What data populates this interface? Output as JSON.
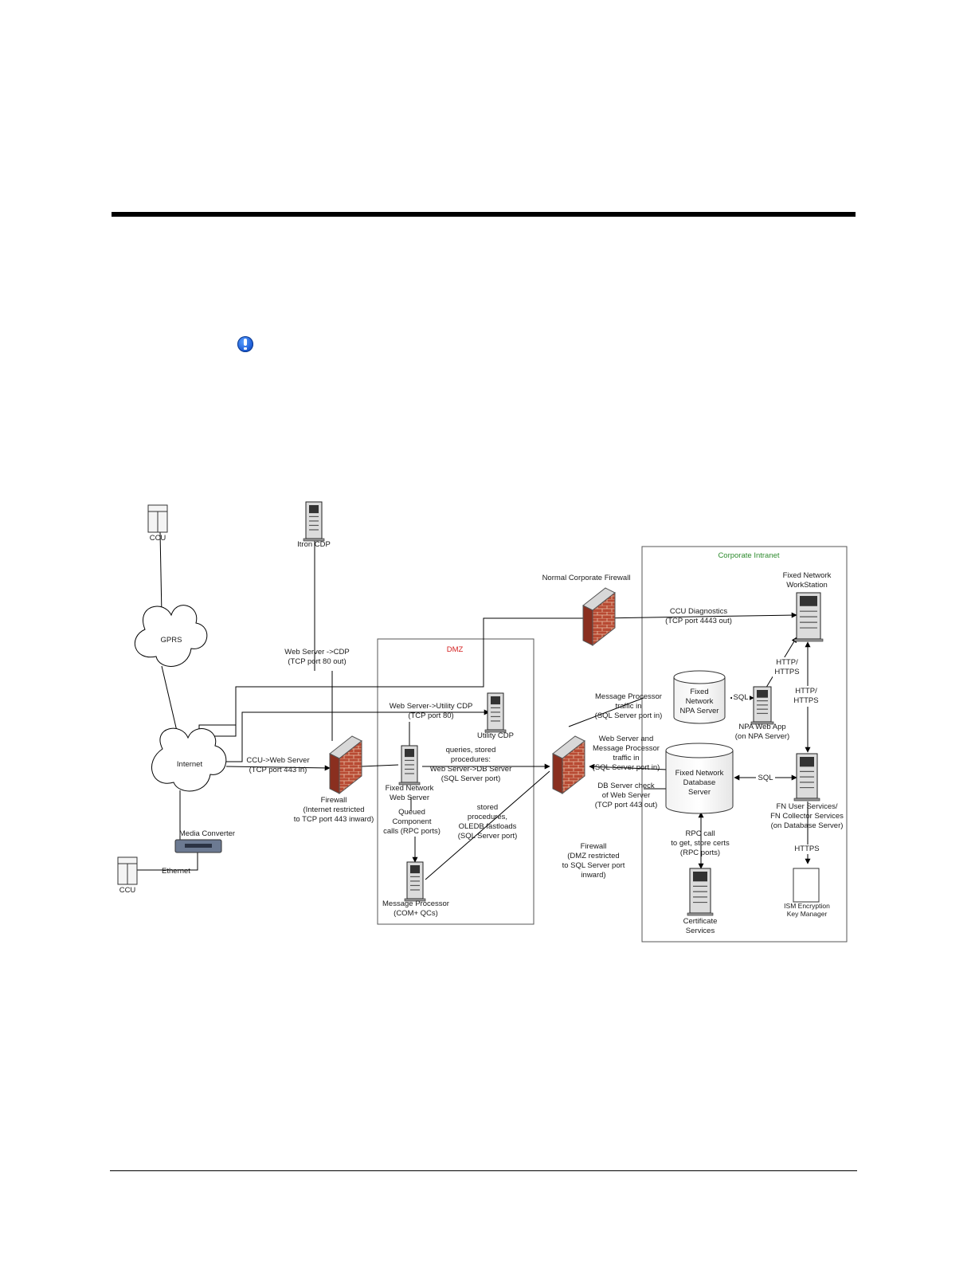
{
  "zones": {
    "corporate": "Corporate Intranet",
    "dmz": "DMZ"
  },
  "colors": {
    "corporate_title": "#2e8b2e",
    "dmz_title": "#d42020",
    "brick": "#b84a33",
    "link_icon": "#1f5fd8"
  },
  "nodes": {
    "ccu_top": "CCU",
    "itron_cdp": "Itron CDP",
    "gprs": "GPRS",
    "internet": "Internet",
    "media_converter": "Media Converter",
    "ethernet": "Ethernet",
    "ccu_bottom": "CCU",
    "utility_cdp": "Utility CDP",
    "fn_web_server": [
      "Fixed Network",
      "Web Server"
    ],
    "msg_processor": [
      "Message Processor",
      "(COM+ QCs)"
    ],
    "fn_npa_server": [
      "Fixed",
      "Network",
      "NPA Server"
    ],
    "npa_web_app": [
      "NPA Web App",
      "(on NPA Server)"
    ],
    "fn_workstation": [
      "Fixed Network",
      "WorkStation"
    ],
    "fn_db_server": [
      "Fixed Network",
      "Database",
      "Server"
    ],
    "fn_user_services": [
      "FN User Services/",
      "FN Collector Services",
      "(on Database Server)"
    ],
    "cert_services": [
      "Certificate",
      "Services"
    ],
    "ism": [
      "ISM Encryption",
      "Key Manager"
    ]
  },
  "firewalls": {
    "normal": "Normal Corporate Firewall",
    "internet": [
      "Firewall",
      "(Internet restricted",
      "to TCP port 443 inward)"
    ],
    "dmz": [
      "Firewall",
      "(DMZ restricted",
      "to SQL Server port",
      "inward)"
    ]
  },
  "labels": {
    "web_cdp": [
      "Web Server ->CDP",
      "(TCP port 80 out)"
    ],
    "web_utility": [
      "Web Server->Utility CDP",
      "(TCP port 80)"
    ],
    "ccu_web": [
      "CCU->Web Server",
      "(TCP port 443 in)"
    ],
    "queries": [
      "queries, stored",
      "procedures:",
      "Web Server->DB Server",
      "(SQL Server port)"
    ],
    "queued": [
      "Queued",
      "Component",
      "calls (RPC ports)"
    ],
    "stored": [
      "stored",
      "procedures,",
      "OLEDB fastloads",
      "(SQL Server port)"
    ],
    "ccu_diag": [
      "CCU Diagnostics",
      "(TCP port 4443 out)"
    ],
    "mp_traffic": [
      "Message Processor",
      "traffic in",
      "(SQL Server port in)"
    ],
    "ws_mp_traffic": [
      "Web Server and",
      "Message Processor",
      "traffic in",
      "(SQL Server port in)"
    ],
    "db_check": [
      "DB Server check",
      "of Web Server",
      "(TCP port 443 out)"
    ],
    "rpc": [
      "RPC call",
      "to get, store certs",
      "(RPC ports)"
    ],
    "sql": "SQL",
    "http1": [
      "HTTP/",
      "HTTPS"
    ],
    "http2": [
      "HTTP/",
      "HTTPS"
    ],
    "https": "HTTPS"
  }
}
